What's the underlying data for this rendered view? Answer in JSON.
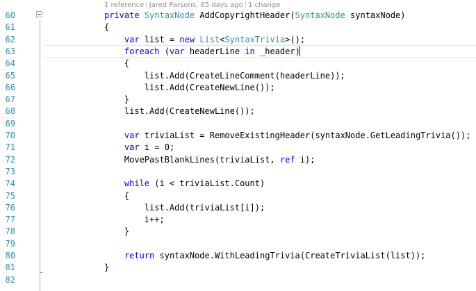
{
  "codelens": {
    "references": "1 reference",
    "author": "Jared Parsons, 65 days ago",
    "changes": "1 change",
    "separator": "|"
  },
  "colors": {
    "keyword": "#0000ff",
    "type": "#2b91af",
    "line_number": "#2b91af",
    "text": "#000000",
    "codelens": "#8f8f8f"
  },
  "icons": {
    "fold": "collapse-minus-icon",
    "caret": "text-caret"
  },
  "line_numbers": [
    "60",
    "61",
    "62",
    "63",
    "64",
    "65",
    "66",
    "67",
    "68",
    "69",
    "70",
    "71",
    "72",
    "73",
    "74",
    "75",
    "76",
    "77",
    "78",
    "79",
    "80",
    "81",
    "82"
  ],
  "code": [
    [
      {
        "t": "private ",
        "c": "kw"
      },
      {
        "t": "SyntaxNode",
        "c": "ty"
      },
      {
        "t": " AddCopyrightHeader(",
        "c": "pl"
      },
      {
        "t": "SyntaxNode",
        "c": "ty"
      },
      {
        "t": " syntaxNode)",
        "c": "pl"
      }
    ],
    [
      {
        "t": "{",
        "c": "pl"
      }
    ],
    [
      {
        "t": "    ",
        "c": "pl"
      },
      {
        "t": "var",
        "c": "kw"
      },
      {
        "t": " list = ",
        "c": "pl"
      },
      {
        "t": "new",
        "c": "kw"
      },
      {
        "t": " ",
        "c": "pl"
      },
      {
        "t": "List",
        "c": "ty"
      },
      {
        "t": "<",
        "c": "pl"
      },
      {
        "t": "SyntaxTrivia",
        "c": "ty"
      },
      {
        "t": ">();",
        "c": "pl"
      }
    ],
    [
      {
        "t": "    ",
        "c": "pl"
      },
      {
        "t": "foreach",
        "c": "kw"
      },
      {
        "t": " (",
        "c": "pl"
      },
      {
        "t": "var",
        "c": "kw"
      },
      {
        "t": " headerLine ",
        "c": "pl"
      },
      {
        "t": "in",
        "c": "kw"
      },
      {
        "t": " _header)",
        "c": "pl"
      }
    ],
    [
      {
        "t": "    {",
        "c": "pl"
      }
    ],
    [
      {
        "t": "        list.Add(CreateLineComment(headerLine));",
        "c": "pl"
      }
    ],
    [
      {
        "t": "        list.Add(CreateNewLine());",
        "c": "pl"
      }
    ],
    [
      {
        "t": "    }",
        "c": "pl"
      }
    ],
    [
      {
        "t": "    list.Add(CreateNewLine());",
        "c": "pl"
      }
    ],
    [],
    [
      {
        "t": "    ",
        "c": "pl"
      },
      {
        "t": "var",
        "c": "kw"
      },
      {
        "t": " triviaList = RemoveExistingHeader(syntaxNode.GetLeadingTrivia());",
        "c": "pl"
      }
    ],
    [
      {
        "t": "    ",
        "c": "pl"
      },
      {
        "t": "var",
        "c": "kw"
      },
      {
        "t": " i = 0;",
        "c": "pl"
      }
    ],
    [
      {
        "t": "    MovePastBlankLines(triviaList, ",
        "c": "pl"
      },
      {
        "t": "ref",
        "c": "kw"
      },
      {
        "t": " i);",
        "c": "pl"
      }
    ],
    [],
    [
      {
        "t": "    ",
        "c": "pl"
      },
      {
        "t": "while",
        "c": "kw"
      },
      {
        "t": " (i < triviaList.Count)",
        "c": "pl"
      }
    ],
    [
      {
        "t": "    {",
        "c": "pl"
      }
    ],
    [
      {
        "t": "        list.Add(triviaList[i]);",
        "c": "pl"
      }
    ],
    [
      {
        "t": "        i++;",
        "c": "pl"
      }
    ],
    [
      {
        "t": "    }",
        "c": "pl"
      }
    ],
    [],
    [
      {
        "t": "    ",
        "c": "pl"
      },
      {
        "t": "return",
        "c": "kw"
      },
      {
        "t": " syntaxNode.WithLeadingTrivia(CreateTriviaList(list));",
        "c": "pl"
      }
    ],
    [
      {
        "t": "}",
        "c": "pl"
      }
    ],
    []
  ]
}
